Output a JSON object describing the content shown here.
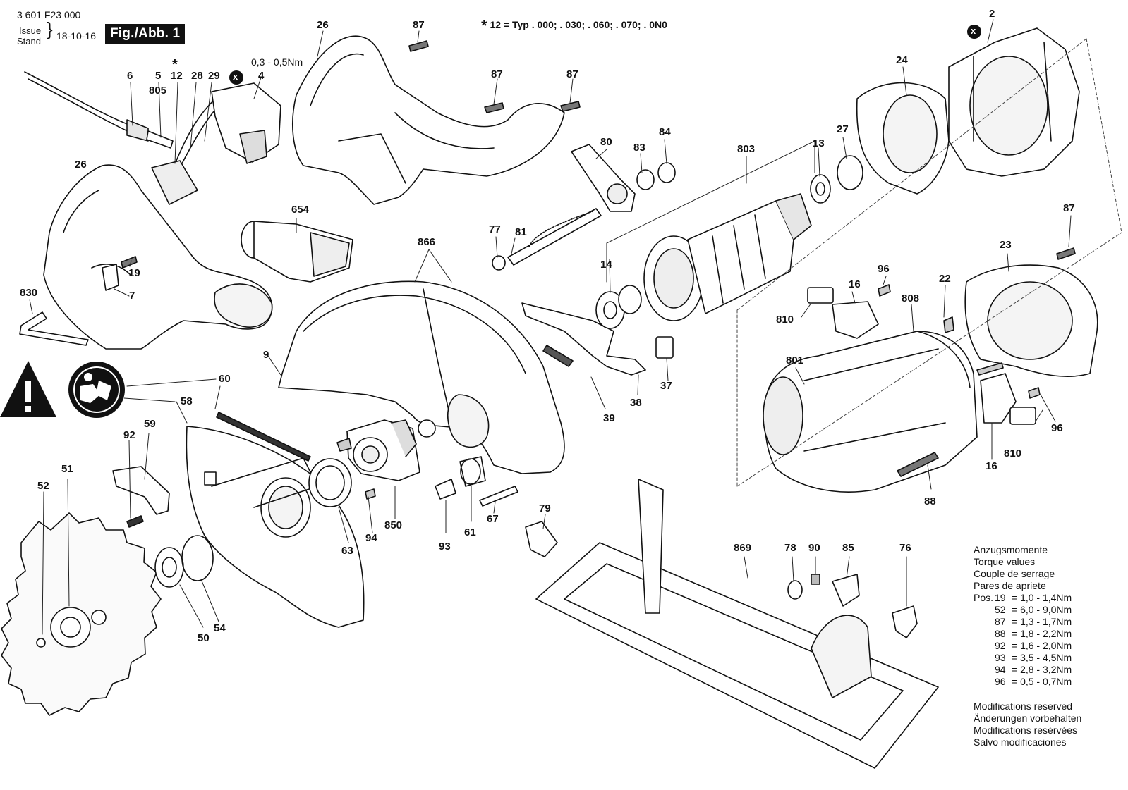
{
  "header": {
    "doc_number": "3 601 F23 000",
    "issue_label": "Issue",
    "stand_label": "Stand",
    "date": "18-10-16",
    "figure_label": "Fig./Abb. 1",
    "typ_star": "*",
    "typ_note": "12 = Typ . 000; . 030; . 060; . 070; . 0N0"
  },
  "torque_table": {
    "titles": [
      "Anzugsmomente",
      "Torque values",
      "Couple de serrage",
      "Pares de apriete"
    ],
    "pos_label": "Pos.",
    "rows": [
      {
        "pos": "19",
        "value": "= 1,0 - 1,4Nm"
      },
      {
        "pos": "52",
        "value": "= 6,0 - 9,0Nm"
      },
      {
        "pos": "87",
        "value": "= 1,3 - 1,7Nm"
      },
      {
        "pos": "88",
        "value": "= 1,8 - 2,2Nm"
      },
      {
        "pos": "92",
        "value": "= 1,6 - 2,0Nm"
      },
      {
        "pos": "93",
        "value": "= 3,5 - 4,5Nm"
      },
      {
        "pos": "94",
        "value": "= 2,8 - 3,2Nm"
      },
      {
        "pos": "96",
        "value": "= 0,5 - 0,7Nm"
      }
    ]
  },
  "modifications": [
    "Modifications reserved",
    "Änderungen vorbehalten",
    "Modifications resérvées",
    "Salvo modificaciones"
  ],
  "torque_callout": "0,3 - 0,5Nm",
  "star_mark": "*",
  "x_mark": "x",
  "part_labels": {
    "p2": "2",
    "p4": "4",
    "p5": "5",
    "p6": "6",
    "p7": "7",
    "p9": "9",
    "p12": "12",
    "p13": "13",
    "p14": "14",
    "p16a": "16",
    "p16b": "16",
    "p19": "19",
    "p22": "22",
    "p23": "23",
    "p24": "24",
    "p26a": "26",
    "p26b": "26",
    "p27": "27",
    "p28": "28",
    "p29": "29",
    "p37": "37",
    "p38": "38",
    "p39": "39",
    "p50": "50",
    "p51": "51",
    "p52": "52",
    "p54": "54",
    "p58": "58",
    "p59": "59",
    "p60": "60",
    "p61": "61",
    "p63": "63",
    "p67": "67",
    "p76": "76",
    "p77": "77",
    "p78": "78",
    "p79": "79",
    "p80": "80",
    "p81": "81",
    "p83": "83",
    "p84": "84",
    "p85": "85",
    "p87a": "87",
    "p87b": "87",
    "p87c": "87",
    "p87d": "87",
    "p88": "88",
    "p90": "90",
    "p92": "92",
    "p93": "93",
    "p94": "94",
    "p96a": "96",
    "p96b": "96",
    "p654": "654",
    "p801": "801",
    "p803": "803",
    "p805": "805",
    "p808": "808",
    "p810a": "810",
    "p810b": "810",
    "p830": "830",
    "p850": "850",
    "p866": "866",
    "p869": "869"
  }
}
